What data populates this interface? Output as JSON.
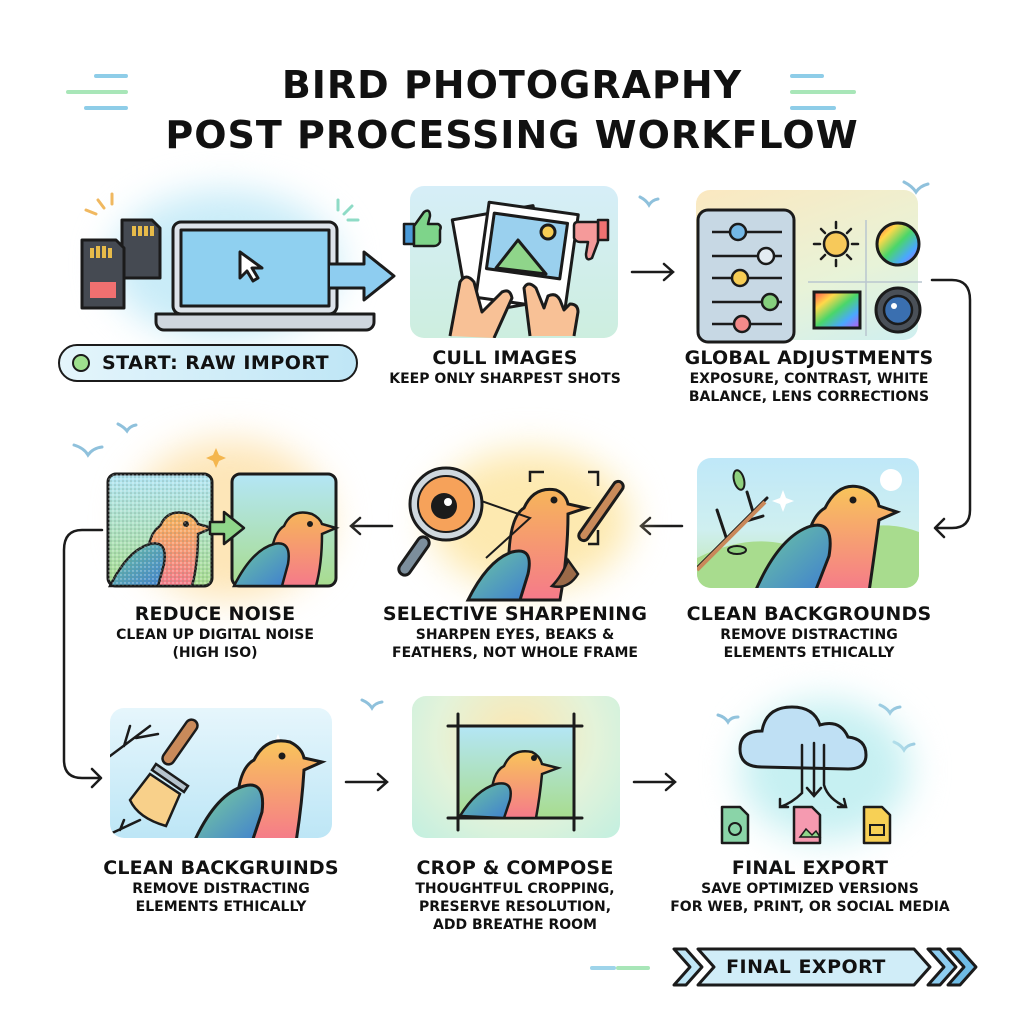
{
  "title": {
    "line1": "BIRD PHOTOGRAPHY",
    "line2": "POST PROCESSING WORKFLOW"
  },
  "start_badge": {
    "label": "START: RAW IMPORT",
    "dot_color": "#9ee08e"
  },
  "steps": [
    {
      "id": "cull",
      "title": "CULL IMAGES",
      "lines": [
        "KEEP ONLY SHARPEST SHOTS"
      ],
      "icon": "thumbs-photo-icon"
    },
    {
      "id": "global",
      "title": "GLOBAL ADJUSTMENTS",
      "lines": [
        "EXPOSURE, CONTRAST, WHITE",
        "BALANCE, LENS CORRECTIONS"
      ],
      "icon": "sliders-icon"
    },
    {
      "id": "clean1",
      "title": "CLEAN BACKGROUNDS",
      "lines": [
        "REMOVE DISTRACTING",
        "ELEMENTS ETHICALLY"
      ],
      "icon": "bird-branch-icon"
    },
    {
      "id": "sharpen",
      "title": "SELECTIVE SHARPENING",
      "lines": [
        "SHARPEN EYES, BEAKS &",
        "FEATHERS, NOT WHOLE FRAME"
      ],
      "icon": "magnifier-bird-icon"
    },
    {
      "id": "noise",
      "title": "REDUCE NOISE",
      "lines": [
        "CLEAN UP DIGITAL NOISE",
        "(HIGH ISO)"
      ],
      "icon": "noise-compare-icon"
    },
    {
      "id": "clean2",
      "title": "CLEAN BACKGRUINDS",
      "lines": [
        "REMOVE DISTRACTING",
        "ELEMENTS ETHICALLY"
      ],
      "icon": "brush-bird-icon"
    },
    {
      "id": "crop",
      "title": "CROP & COMPOSE",
      "lines": [
        "THOUGHTFUL CROPPING,",
        "PRESERVE RESOLUTION,",
        "ADD BREATHE ROOM"
      ],
      "icon": "crop-frame-icon"
    },
    {
      "id": "export",
      "title": "FINAL EXPORT",
      "lines": [
        "SAVE OPTIMIZED VERSIONS",
        "FOR WEB, PRINT, OR SOCIAL MEDIA"
      ],
      "icon": "cloud-export-icon"
    }
  ],
  "end_banner": {
    "label": "FINAL EXPORT"
  },
  "colors": {
    "outline": "#1b1b1b",
    "sky_blue": "#bfe6f6",
    "grass_green": "#a8e09a",
    "bird_orange": "#f6b060",
    "bird_pink": "#f58a8a",
    "wing_blue": "#4a88c8",
    "accent_yellow": "#f8d46a"
  }
}
